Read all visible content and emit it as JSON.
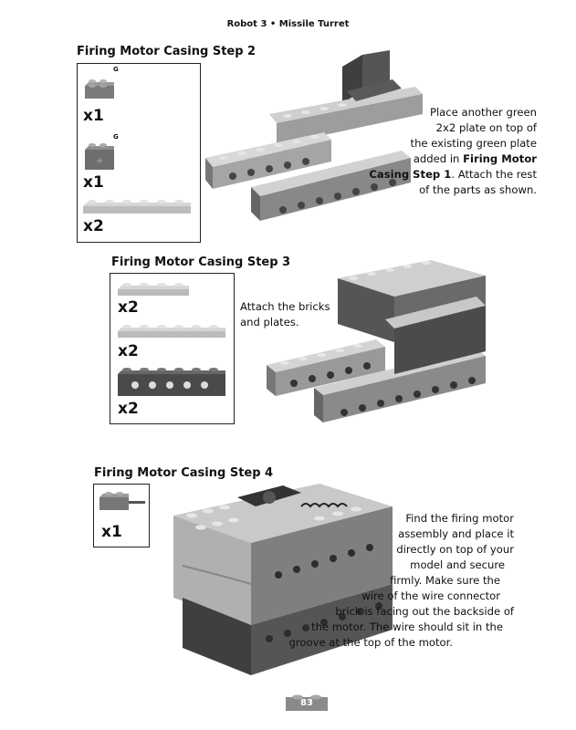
{
  "header": {
    "text": "Robot 3 • Missile Turret"
  },
  "step2": {
    "title": "Firing Motor Casing Step 2",
    "parts": [
      {
        "qty": "x1",
        "tag": "G"
      },
      {
        "qty": "x1",
        "tag": "G"
      },
      {
        "qty": "x2"
      }
    ],
    "lines": [
      {
        "text": "Place another green"
      },
      {
        "text": "2x2 plate on top of"
      },
      {
        "text": "the existing green plate"
      },
      {
        "pre": "added in ",
        "bold": "Firing Motor"
      },
      {
        "bold": "Casing Step 1",
        "post": ". Attach the rest"
      },
      {
        "text": "of the parts as shown."
      }
    ]
  },
  "step3": {
    "title": "Firing Motor Casing Step 3",
    "parts": [
      {
        "qty": "x2"
      },
      {
        "qty": "x2"
      },
      {
        "qty": "x2"
      }
    ],
    "lines": [
      {
        "text": "Attach the bricks"
      },
      {
        "text": "and plates."
      }
    ]
  },
  "step4": {
    "title": "Firing Motor Casing Step 4",
    "parts": [
      {
        "qty": "x1"
      }
    ],
    "lines": [
      {
        "text": "Find the firing motor"
      },
      {
        "text": "assembly and place it"
      },
      {
        "text": "directly on top of your"
      },
      {
        "text": "model and secure"
      },
      {
        "text": "firmly. Make sure the"
      },
      {
        "text": "wire of the wire connector"
      },
      {
        "text": "brick is facing out the backside of"
      },
      {
        "text": "the motor. The wire should sit in the"
      },
      {
        "text": "groove at the top of the motor."
      }
    ]
  },
  "footer": {
    "page_number": "83"
  }
}
